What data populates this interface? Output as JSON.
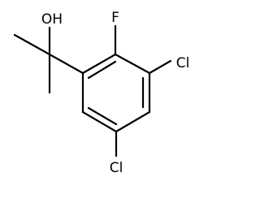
{
  "structure": {
    "atoms": {
      "hydroxyl": "OH",
      "fluorine": "F",
      "chlorine_meta": "Cl",
      "chlorine_para": "Cl"
    }
  },
  "colors": {
    "bond": "#000000",
    "label": "#000000",
    "background": "#ffffff"
  }
}
